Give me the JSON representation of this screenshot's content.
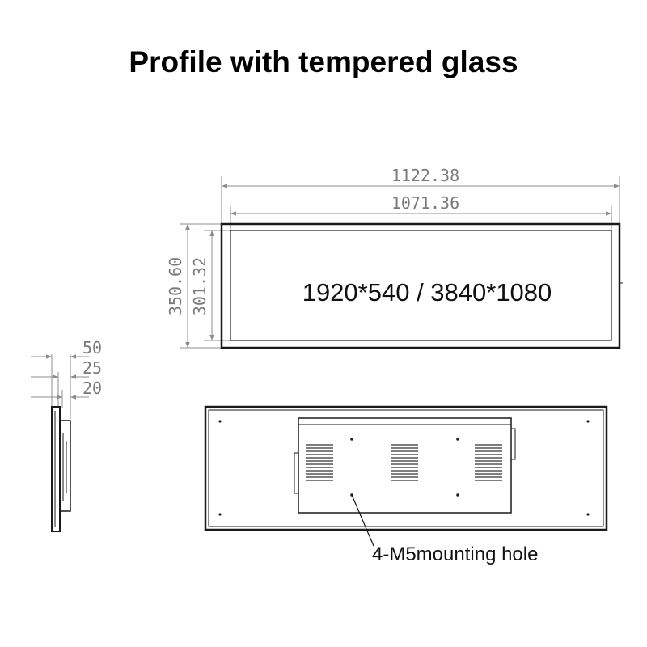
{
  "title": "Profile with tempered glass",
  "front_view": {
    "width_outer": "1122.38",
    "width_inner": "1071.36",
    "height_outer": "350.60",
    "height_inner": "301.32",
    "resolution": "1920*540 / 3840*1080"
  },
  "side_view": {
    "depth_total": "50",
    "depth_mid": "25",
    "depth_glass": "20"
  },
  "back_view": {
    "mounting_note": "4-M5mounting hole"
  }
}
